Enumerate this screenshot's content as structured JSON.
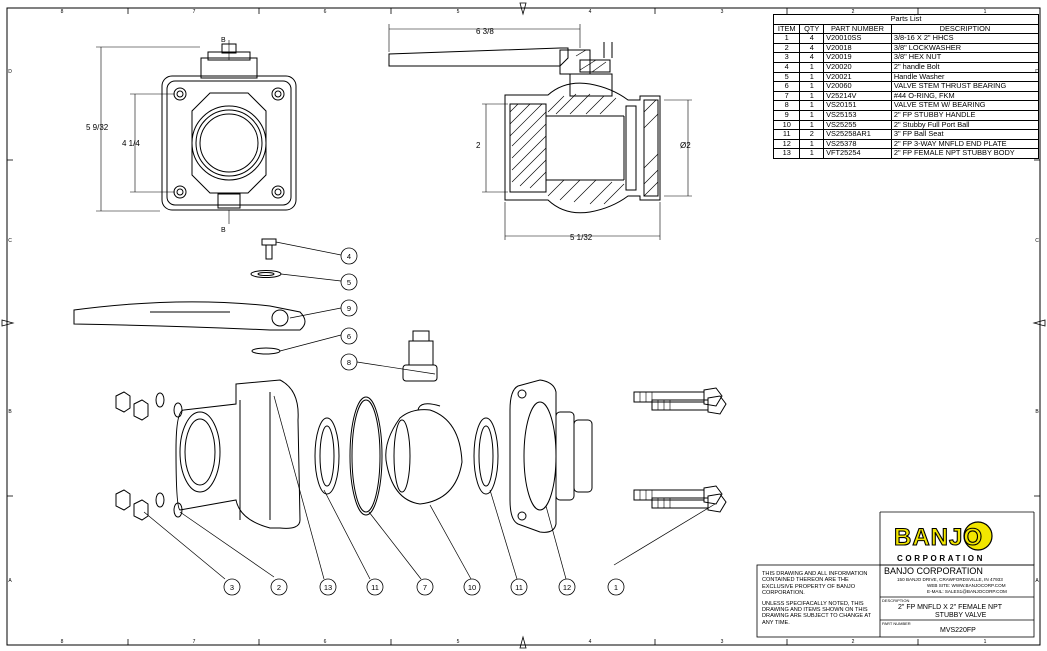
{
  "border": {
    "top_cols": [
      "8",
      "7",
      "6",
      "5",
      "4",
      "3",
      "2",
      "1"
    ],
    "bottom_cols": [
      "8",
      "7",
      "6",
      "5",
      "4",
      "3",
      "2",
      "1"
    ],
    "left_rows": [
      "D",
      "C",
      "B",
      "A"
    ],
    "right_rows": [
      "D",
      "C",
      "B",
      "A"
    ]
  },
  "parts_list": {
    "title": "Parts List",
    "headers": [
      "ITEM",
      "QTY",
      "PART NUMBER",
      "DESCRIPTION"
    ],
    "rows": [
      [
        "1",
        "4",
        "V20010SS",
        "3/8-16 X 2\" HHCS"
      ],
      [
        "2",
        "4",
        "V20018",
        "3/8\" LOCKWASHER"
      ],
      [
        "3",
        "4",
        "V20019",
        "3/8\" HEX NUT"
      ],
      [
        "4",
        "1",
        "V20020",
        "2\" handle Bolt"
      ],
      [
        "5",
        "1",
        "V20021",
        "Handle Washer"
      ],
      [
        "6",
        "1",
        "V20060",
        "VALVE STEM THRUST BEARING"
      ],
      [
        "7",
        "1",
        "V25214V",
        "#44 O-RING, FKM"
      ],
      [
        "8",
        "1",
        "VS20151",
        "VALVE STEM W/ BEARING"
      ],
      [
        "9",
        "1",
        "VS25153",
        "2\" FP STUBBY HANDLE"
      ],
      [
        "10",
        "1",
        "VS25255",
        "2\" Stubby Full Port Ball"
      ],
      [
        "11",
        "2",
        "VS25258AR1",
        "3\" FP Ball Seat"
      ],
      [
        "12",
        "1",
        "VS25378",
        "2\" FP 3-WAY MNFLD END PLATE"
      ],
      [
        "13",
        "1",
        "VFT25254",
        "2\" FP FEMALE NPT STUBBY BODY"
      ]
    ]
  },
  "dimensions": {
    "overall_height": "5 9/32",
    "bolt_height": "4 1/4",
    "handle_length": "6 3/8",
    "body_length": "5 1/32",
    "port_left": "2",
    "port_right": "Ø2",
    "section_label": "B"
  },
  "balloons": [
    "1",
    "2",
    "3",
    "4",
    "5",
    "6",
    "7",
    "8",
    "9",
    "10",
    "11",
    "12",
    "13"
  ],
  "notes": {
    "note1": "THIS DRAWING AND ALL INFORMATION CONTAINED THEREON ARE THE EXCLUSIVE PROPERTY OF BANJO CORPORATION.",
    "note2": "UNLESS SPECIFACALLY NOTED, THIS DRAWING AND ITEMS SHOWN ON THIS DRAWING ARE SUBJECT TO CHANGE AT ANY TIME."
  },
  "title_block": {
    "logo_text": "BANJO",
    "logo_sub": "CORPORATION",
    "company": "BANJO CORPORATION",
    "address": "150 BANJO DRIVE, CRAWFORDSVILLE, IN 47933",
    "web": "WEB SITE: WWW.BANJOCORP.COM",
    "email": "E-MAIL: SALES1@BANJOCORP.COM",
    "description_label": "DESCRIPTION",
    "description_line1": "2\" FP MNFLD X 2\" FEMALE NPT",
    "description_line2": "STUBBY VALVE",
    "part_number_label": "PART NUMBER",
    "part_number": "MVS220FP"
  },
  "colors": {
    "line": "#000000",
    "logo_yellow": "#f2e600"
  }
}
